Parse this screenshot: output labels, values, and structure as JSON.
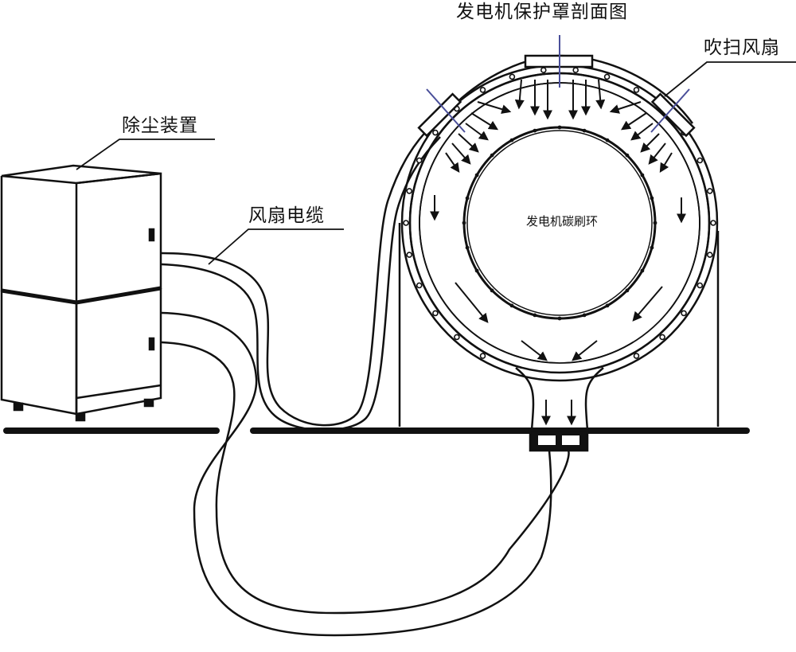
{
  "labels": {
    "cover_section": "发电机保护罩剖面图",
    "purge_fan": "吹扫风扇",
    "dust_collector": "除尘装置",
    "fan_cable": "风扇电缆",
    "collector_ring": "发电机碳刷环"
  },
  "colors": {
    "line": "#111111",
    "marker": "#4a4f9a",
    "background": "#ffffff"
  }
}
